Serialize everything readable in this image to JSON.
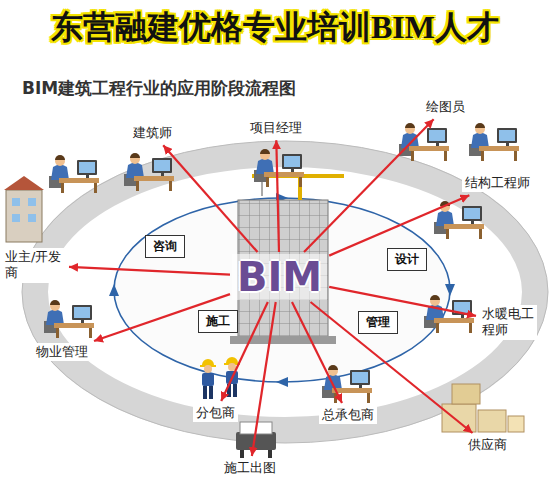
{
  "diagram": {
    "title": "东营融建优格专业培训BIM人才",
    "nodes": [
      {
        "text": [
          "建筑师"
        ]
      },
      {
        "text": [
          "项目经理"
        ]
      },
      {
        "text": [
          "绘图员"
        ]
      },
      {
        "text": [
          "结构工程师"
        ]
      },
      {
        "text": [
          "咨询"
        ]
      },
      {
        "text": [
          "设计"
        ]
      },
      {
        "text": [
          "BIM"
        ]
      },
      {
        "text": [
          "业主/开发商"
        ]
      },
      {
        "text": [
          "施工"
        ]
      },
      {
        "text": [
          "管理"
        ]
      },
      {
        "text": [
          "水暖电工程师"
        ]
      },
      {
        "text": [
          "物业管理"
        ]
      },
      {
        "text": [
          "分包商"
        ]
      },
      {
        "text": [
          "总承包商"
        ]
      },
      {
        "text": [
          "供应商"
        ]
      },
      {
        "text": [
          "施工出图"
        ]
      }
    ],
    "edges": [
      {
        "from": 6,
        "to": 0,
        "arrow": "to"
      },
      {
        "from": 6,
        "to": 1,
        "arrow": "to"
      },
      {
        "from": 6,
        "to": 2,
        "arrow": "to"
      },
      {
        "from": 6,
        "to": 3,
        "arrow": "to"
      },
      {
        "from": 6,
        "to": 7,
        "arrow": "to"
      },
      {
        "from": 6,
        "to": 10,
        "arrow": "to"
      },
      {
        "from": 6,
        "to": 11,
        "arrow": "to"
      },
      {
        "from": 6,
        "to": 12,
        "arrow": "to"
      },
      {
        "from": 6,
        "to": 13,
        "arrow": "to"
      },
      {
        "from": 6,
        "to": 14,
        "arrow": "to"
      },
      {
        "from": 6,
        "to": 15,
        "arrow": "to"
      }
    ],
    "labels": [
      "BIM建筑工程行业的应用阶段流程图"
    ]
  }
}
